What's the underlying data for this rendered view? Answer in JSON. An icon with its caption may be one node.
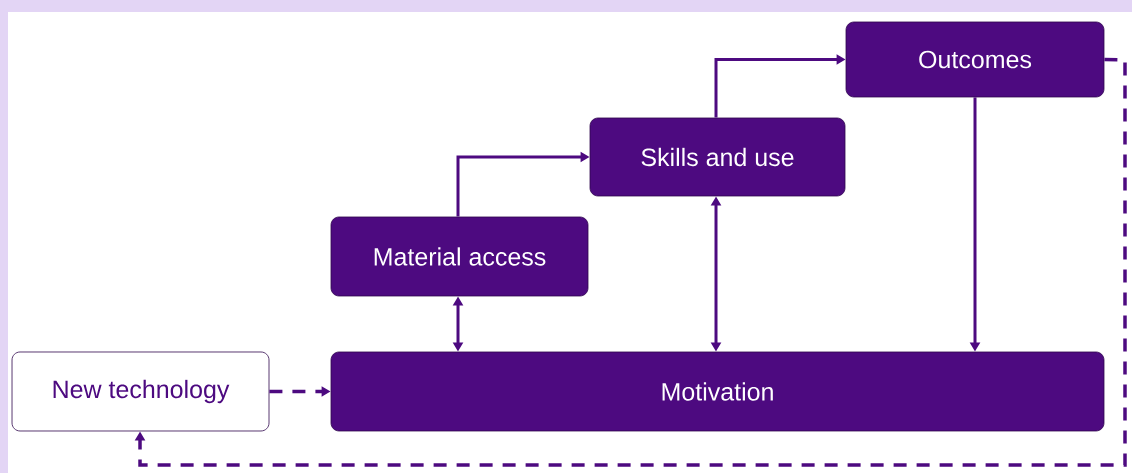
{
  "diagram": {
    "nodes": [
      {
        "text": [
          "Outcomes"
        ]
      },
      {
        "text": [
          "Skills and use"
        ]
      },
      {
        "text": [
          "Material access"
        ]
      },
      {
        "text": [
          "New technology"
        ]
      },
      {
        "text": [
          "Motivation"
        ]
      }
    ],
    "edges": [
      {
        "from": 2,
        "to": 1,
        "arrow": "to"
      },
      {
        "from": 1,
        "to": 0,
        "arrow": "to"
      },
      {
        "from": 2,
        "to": 4,
        "arrow": "both"
      },
      {
        "from": 1,
        "to": 4,
        "arrow": "both"
      },
      {
        "from": 0,
        "to": 4,
        "arrow": "to"
      },
      {
        "from": 3,
        "to": 4,
        "arrow": "to",
        "style": "dashed"
      },
      {
        "from": 0,
        "to": 3,
        "arrow": "to",
        "style": "dashed"
      }
    ]
  }
}
